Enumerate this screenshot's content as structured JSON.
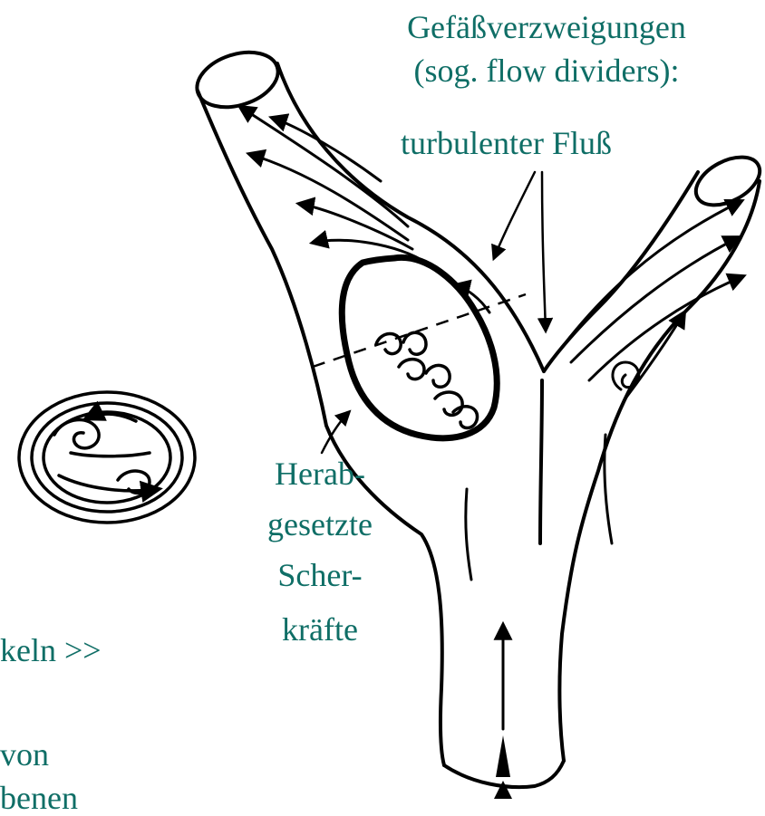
{
  "labels": {
    "divider_title_line1": "Gefäßverzweigungen",
    "divider_title_line2": "(sog. flow dividers):",
    "turbulent_flow": "turbulenter Fluß",
    "shear_line1": "Herab-",
    "shear_line2": "gesetzte",
    "shear_line3": "Scher-",
    "shear_line4": "kräfte",
    "cut_line1": "keln >>",
    "cut_line2": "von",
    "cut_line3": "benen"
  },
  "colors": {
    "label_text": "#0f6e66",
    "ink": "#000000",
    "background": "#ffffff"
  }
}
